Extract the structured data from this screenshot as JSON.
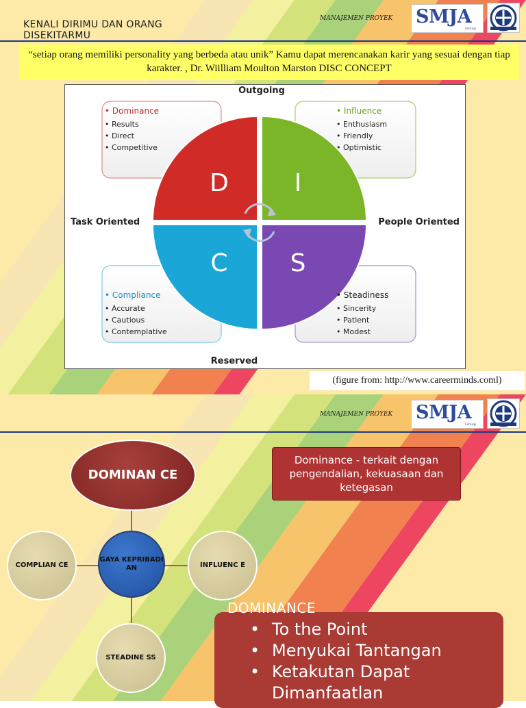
{
  "slide1": {
    "title": "KENALI DIRIMU DAN ORANG DISEKITARMU",
    "brand_label": "MANAJEMEN PROYEK",
    "logo_text": "SMJA",
    "logo_sub": "Group",
    "quote": "“setiap orang memiliki personality yang berbeda atau unik” Kamu dapat merencanakan karir yang sesuai dengan tiap karakter.  , Dr. Wiilliam Moulton Marston DISC CONCEPT",
    "disc": {
      "axis_top": "Outgoing",
      "axis_bottom": "Reserved",
      "axis_left": "Task Oriented",
      "axis_right": "People Oriented",
      "quadrants": [
        {
          "letter": "D",
          "title": "Dominance",
          "color": "#d12b27",
          "items": [
            "Results",
            "Direct",
            "Competitive"
          ]
        },
        {
          "letter": "I",
          "title": "Influence",
          "color": "#7bb628",
          "items": [
            "Enthusiasm",
            "Friendly",
            "Optimistic"
          ]
        },
        {
          "letter": "C",
          "title": "Compliance",
          "color": "#1aa7d8",
          "items": [
            "Accurate",
            "Cautious",
            "Contemplative"
          ]
        },
        {
          "letter": "S",
          "title": "Steadiness",
          "color": "#7a48b3",
          "items": [
            "Sincerity",
            "Patient",
            "Modest"
          ]
        }
      ]
    },
    "caption": "(figure from: http://www.careerminds.coml)"
  },
  "slide2": {
    "brand_label": "MANAJEMEN PROYEK",
    "logo_text": "SMJA",
    "logo_sub": "Group",
    "bubble_main": "DOMINAN CE",
    "bubble_center": "GAYA KEPRIBADI AN",
    "bubble_left": "COMPLIAN CE",
    "bubble_right": "INFLUENC E",
    "bubble_bottom": "STEADINE SS",
    "definition": "Dominance - terkait dengan pengendalian, kekuasaan dan ketegasan",
    "dominance_title": "DOMINANCE",
    "dominance_items": [
      "To the Point",
      "Menyukai Tantangan",
      "Ketakutan Dapat Dimanfaatlan"
    ]
  },
  "colors": {
    "header_line": "#1f3a7a",
    "quote_bg": "#ffff66",
    "dominance_red": "#a93a34",
    "accent_blue": "#2c4b9a"
  }
}
